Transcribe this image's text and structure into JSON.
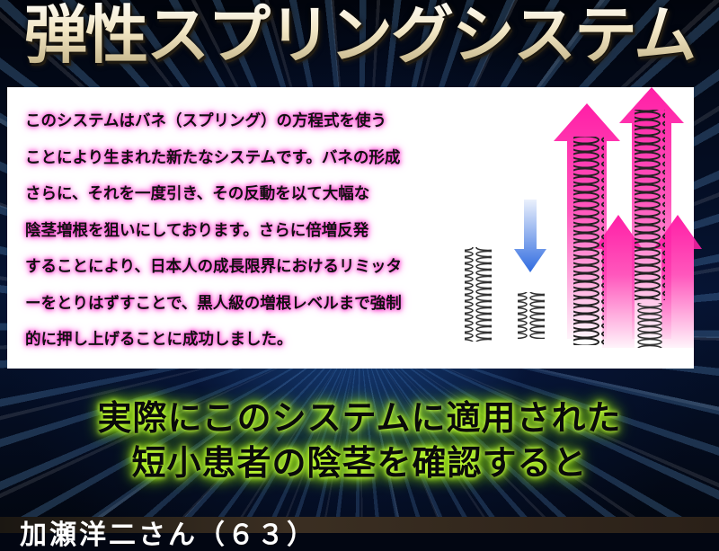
{
  "title": "弾性スプリングシステム",
  "paragraph": [
    "このシステムはバネ（スプリング）の方程式を使う",
    "ことにより生まれた新たなシステムです。バネの形成",
    "さらに、それを一度引き、その反動を以て大幅な",
    "陰茎増根を狙いにしております。さらに倍増反発",
    "することにより、日本人の成長限界におけるリミッタ",
    "ーをとりはずすことで、黒人級の増根レベルまで強制",
    "的に押し上げることに成功しました。"
  ],
  "callout": [
    "実際にこのシステムに適用された",
    "短小患者の陰茎を確認すると"
  ],
  "subhead": "加瀬洋二さん（６３）",
  "colors": {
    "arrow_pink": "#ff1fa6",
    "arrow_blue": "#2f6be0",
    "text_glow_pink": "#ff3fd0",
    "text_glow_green": "#c8ff3a"
  }
}
